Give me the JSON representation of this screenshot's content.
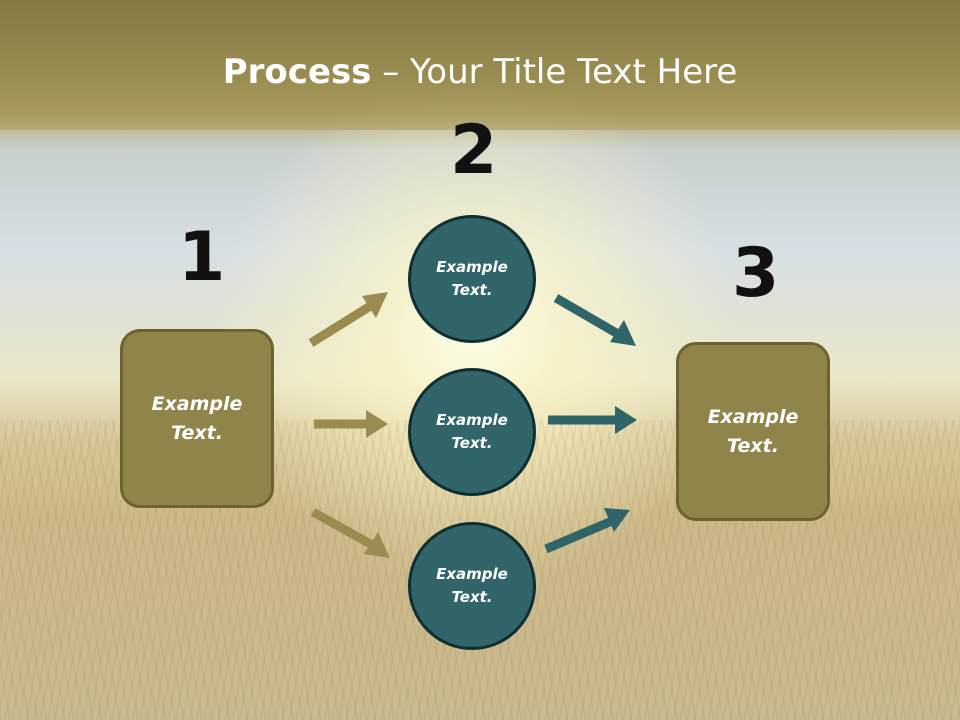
{
  "title": {
    "bold": "Process",
    "rest": " – Your Title Text Here"
  },
  "steps": {
    "one": "1",
    "two": "2",
    "three": "3"
  },
  "boxes": {
    "left": "Example\nText.",
    "right": "Example\nText."
  },
  "circles": {
    "top": "Example\nText.",
    "middle": "Example\nText.",
    "bottom": "Example\nText."
  },
  "colors": {
    "box_fill": "#8f8449",
    "circle_fill": "#31656a",
    "left_arrow": "#9a8c50",
    "right_arrow": "#2f6468"
  }
}
